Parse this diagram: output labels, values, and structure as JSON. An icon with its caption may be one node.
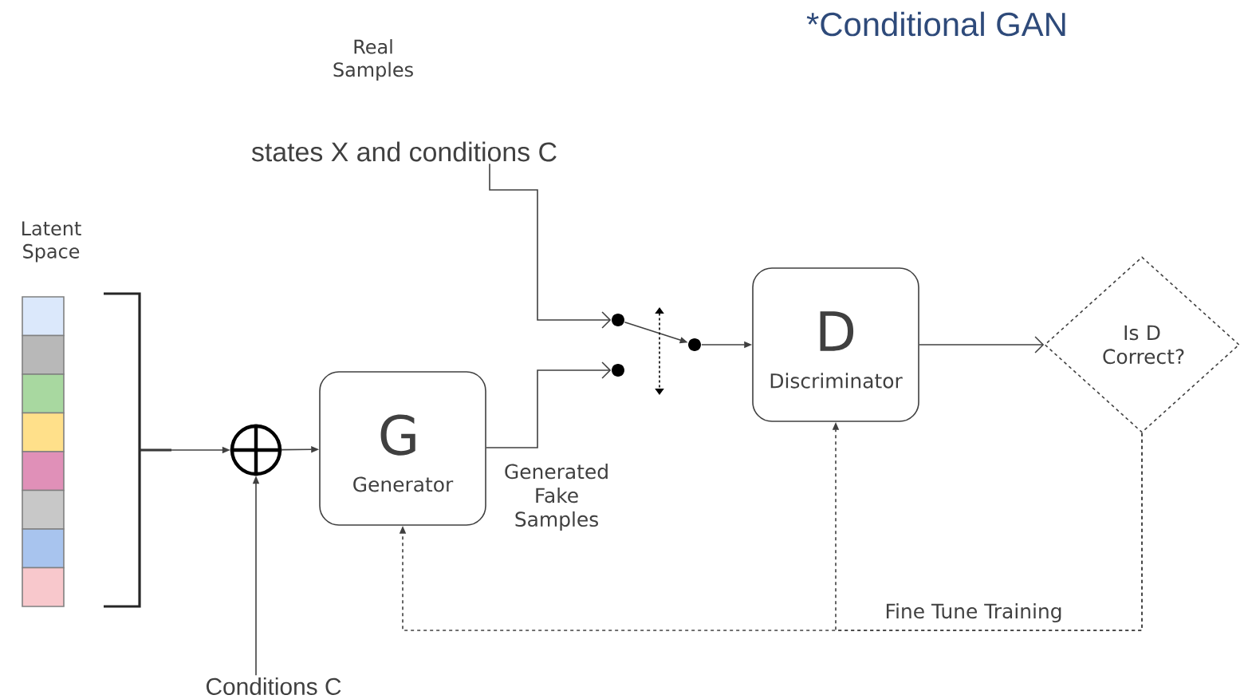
{
  "diagram": {
    "title": "*Conditional GAN",
    "nodes": [
      {
        "text": [
          "states X and conditions C"
        ]
      },
      {
        "text": [
          "Latent Space"
        ]
      },
      {
        "text": [],
        "shape": "circle"
      },
      {
        "text": [
          "Conditions C"
        ]
      },
      {
        "text": [
          "G",
          "Generator"
        ],
        "beside": [
          "Generated Fake Samples"
        ]
      },
      {
        "text": [],
        "shape": "circle"
      },
      {
        "text": [],
        "shape": "circle"
      },
      {
        "text": [],
        "shape": "circle"
      },
      {
        "text": [
          "D",
          "Discriminator"
        ]
      },
      {
        "text": [
          "Is D Correct?"
        ]
      }
    ],
    "edges": [
      {
        "from": 0,
        "to": 5,
        "arrow": "to"
      },
      {
        "from": 1,
        "to": 2,
        "arrow": "to"
      },
      {
        "from": 3,
        "to": 2,
        "arrow": "to"
      },
      {
        "from": 2,
        "to": 4,
        "arrow": "to"
      },
      {
        "from": 4,
        "to": 6,
        "arrow": "to"
      },
      {
        "from": 5,
        "to": 7,
        "arrow": "to"
      },
      {
        "from": 7,
        "to": 8,
        "arrow": "to"
      },
      {
        "from": 8,
        "to": 9,
        "arrow": "to"
      },
      {
        "from": 9,
        "to": 4,
        "arrow": "to",
        "style": "dashed",
        "label": "Fine Tune Training"
      },
      {
        "from": 9,
        "to": 8,
        "arrow": "to",
        "style": "dashed"
      }
    ],
    "labels": [
      "Real Samples"
    ]
  }
}
